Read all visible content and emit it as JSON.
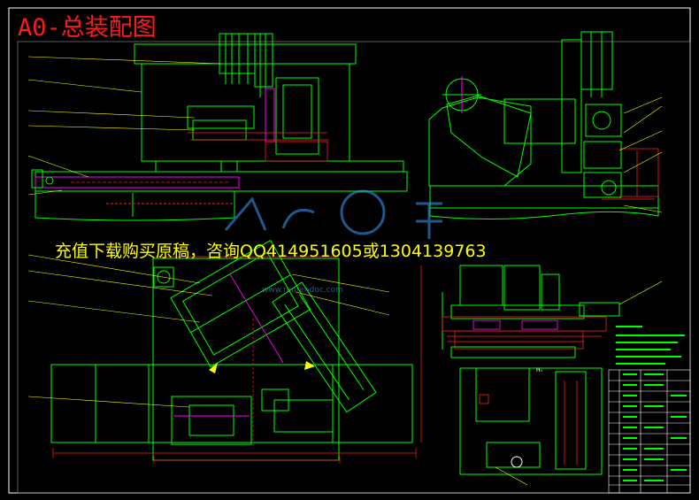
{
  "drawing": {
    "title": "A0-总装配图",
    "banner": "充值下载购买原稿，咨询QQ414951605或1304139763",
    "watermark_url": "www.renrendoc.com",
    "dimension_label": "H₀"
  },
  "colors": {
    "background": "#000000",
    "frame": "#ffffff",
    "linework": "#00ff00",
    "leaders": "#ffff00",
    "hidden": "#ff2020",
    "dims": "#ff2020",
    "parts": "#ff00ff",
    "cyan": "#00c8ff",
    "watermark": "#3aa0ff"
  }
}
